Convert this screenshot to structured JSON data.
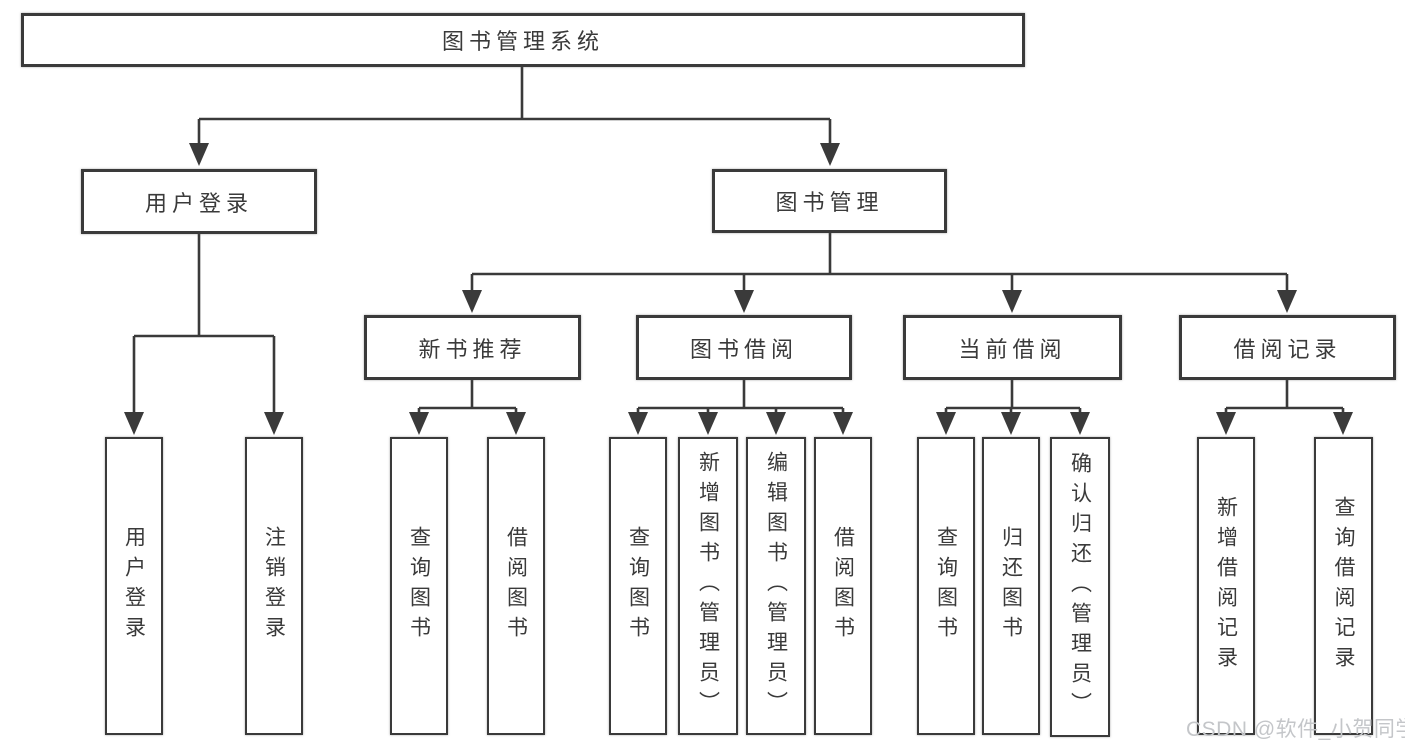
{
  "diagram_title": "图书管理系统",
  "nodes": {
    "root": "图书管理系统",
    "user_login": "用户登录",
    "book_mgmt": "图书管理",
    "new_book_rec": "新书推荐",
    "book_borrow": "图书借阅",
    "current_borrow": "当前借阅",
    "borrow_record": "借阅记录",
    "leaf_user_login": "用户登录",
    "leaf_logout": "注销登录",
    "leaf_query_book_a": "查询图书",
    "leaf_borrow_book_a": "借阅图书",
    "leaf_query_book_b": "查询图书",
    "leaf_add_book_admin": "新增图书（管理员）",
    "leaf_edit_book_admin": "编辑图书（管理员）",
    "leaf_borrow_book_b": "借阅图书",
    "leaf_query_book_c": "查询图书",
    "leaf_return_book": "归还图书",
    "leaf_confirm_return_admin": "确认归还（管理员）",
    "leaf_add_borrow_record": "新增借阅记录",
    "leaf_query_borrow_record": "查询借阅记录"
  },
  "tree": {
    "label": "图书管理系统",
    "children": [
      {
        "label": "用户登录",
        "children": [
          {
            "label": "用户登录"
          },
          {
            "label": "注销登录"
          }
        ]
      },
      {
        "label": "图书管理",
        "children": [
          {
            "label": "新书推荐",
            "children": [
              {
                "label": "查询图书"
              },
              {
                "label": "借阅图书"
              }
            ]
          },
          {
            "label": "图书借阅",
            "children": [
              {
                "label": "查询图书"
              },
              {
                "label": "新增图书（管理员）"
              },
              {
                "label": "编辑图书（管理员）"
              },
              {
                "label": "借阅图书"
              }
            ]
          },
          {
            "label": "当前借阅",
            "children": [
              {
                "label": "查询图书"
              },
              {
                "label": "归还图书"
              },
              {
                "label": "确认归还（管理员）"
              }
            ]
          },
          {
            "label": "借阅记录",
            "children": [
              {
                "label": "新增借阅记录"
              },
              {
                "label": "查询借阅记录"
              }
            ]
          }
        ]
      }
    ]
  },
  "watermark": "CSDN @软件_小贺同学",
  "colors": {
    "background": "#ffffff",
    "box_border": "#3a3a3a",
    "connector_line": "#3a3a3a",
    "arrowhead": "#3a3a3a",
    "text": "#3a3a3a",
    "watermark_text": "#c4c6c9"
  }
}
